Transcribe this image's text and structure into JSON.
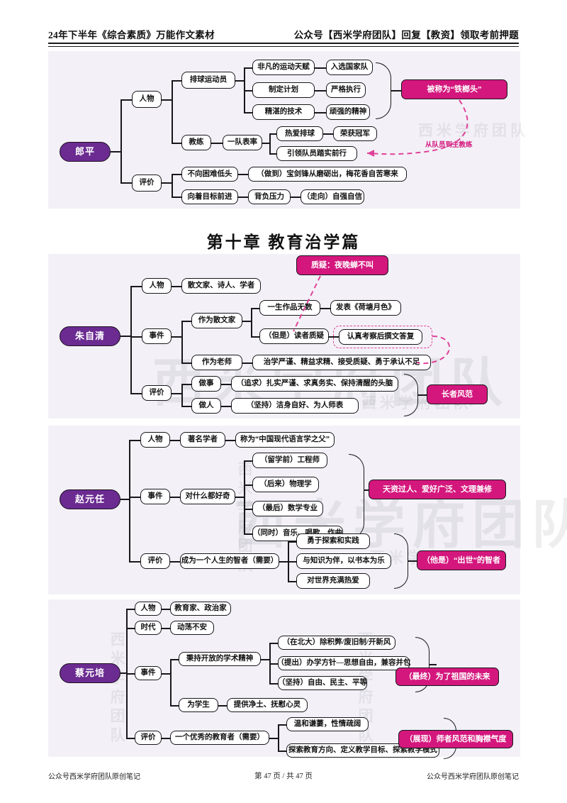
{
  "header": {
    "left": "24年下半年《综合素质》万能作文素材",
    "right": "公众号【西米学府团队】回复【教资】领取考前押题"
  },
  "chapter": {
    "title": "第十章 教育治学篇"
  },
  "watermark": {
    "text": "西米学府团队"
  },
  "sections": [
    {
      "id": "lang-ping",
      "root": "郎平",
      "branches": [
        {
          "label": "人物",
          "children": [
            {
              "label": "排球运动员",
              "children": [
                {
                  "label": "非凡的运动天赋",
                  "children": [
                    {
                      "label": "入选国家队"
                    }
                  ]
                },
                {
                  "label": "制定计划",
                  "children": [
                    {
                      "label": "严格执行"
                    }
                  ]
                },
                {
                  "label": "精湛的技术",
                  "children": [
                    {
                      "label": "顽强的精神"
                    }
                  ]
                }
              ]
            },
            {
              "label": "教练",
              "children": [
                {
                  "label": "一队表率",
                  "children": [
                    {
                      "label": "热爱排球",
                      "children": [
                        {
                          "label": "荣获冠军"
                        }
                      ]
                    },
                    {
                      "label": "引领队员踏实前行"
                    }
                  ]
                }
              ]
            }
          ]
        },
        {
          "label": "评价",
          "children": [
            {
              "label": "不向困难低头",
              "children": [
                {
                  "label": "（做到）宝剑锋从磨砺出，梅花香自苦寒来"
                }
              ]
            },
            {
              "label": "向着目标前进",
              "children": [
                {
                  "label": "背负压力",
                  "children": [
                    {
                      "label": "（走向）自强自信"
                    }
                  ]
                }
              ]
            }
          ]
        }
      ],
      "callouts": [
        {
          "text": "被称为“铁榔头”",
          "style": "pink"
        }
      ],
      "annotations": [
        {
          "text": "从队员到主教练"
        }
      ]
    },
    {
      "id": "zhu-ziqing",
      "root": "朱自清",
      "branches": [
        {
          "label": "人物",
          "children": [
            {
              "label": "散文家、诗人、学者"
            }
          ]
        },
        {
          "label": "事件",
          "children": [
            {
              "label": "作为散文家",
              "children": [
                {
                  "label": "一生作品无数",
                  "children": [
                    {
                      "label": "发表《荷塘月色》"
                    }
                  ]
                },
                {
                  "label": "（但是）读者质疑",
                  "children": [
                    {
                      "label": "认真考察后撰文答复",
                      "dashed": true
                    }
                  ]
                }
              ]
            },
            {
              "label": "作为老师",
              "children": [
                {
                  "label": "治学严谨、精益求精、接受质疑、勇于承认不足"
                }
              ]
            }
          ]
        },
        {
          "label": "评价",
          "children": [
            {
              "label": "做事",
              "children": [
                {
                  "label": "（追求）扎实严谨、求真务实、保持清醒的头脑"
                }
              ]
            },
            {
              "label": "做人",
              "children": [
                {
                  "label": "（坚持）洁身自好、为人师表"
                }
              ]
            }
          ]
        }
      ],
      "callouts": [
        {
          "text": "质疑：夜晚蝉不叫",
          "style": "pink"
        },
        {
          "text": "长者风范",
          "style": "pink"
        }
      ],
      "annotations": []
    },
    {
      "id": "zhao-yuanren",
      "root": "赵元任",
      "branches": [
        {
          "label": "人物",
          "children": [
            {
              "label": "著名学者",
              "children": [
                {
                  "label": "称为“中国现代语言学之父”"
                }
              ]
            }
          ]
        },
        {
          "label": "事件",
          "children": [
            {
              "label": "对什么都好奇",
              "children": [
                {
                  "label": "（留学前）工程师"
                },
                {
                  "label": "（后来）物理学"
                },
                {
                  "label": "（最后）数学专业"
                },
                {
                  "label": "（同时）音乐、唱歌、作曲"
                }
              ]
            }
          ]
        },
        {
          "label": "评价",
          "children": [
            {
              "label": "成为一个人生的智者（需要）",
              "children": [
                {
                  "label": "勇于探索和实践"
                },
                {
                  "label": "与知识为伴，以书本为乐"
                },
                {
                  "label": "对世界充满热爱"
                }
              ]
            }
          ]
        }
      ],
      "callouts": [
        {
          "text": "天资过人、爱好广泛、文理兼修",
          "style": "pink"
        },
        {
          "text": "（他是）“出世”的智者",
          "style": "pink"
        }
      ],
      "annotations": []
    },
    {
      "id": "cai-yuanpei",
      "root": "蔡元培",
      "branches": [
        {
          "label": "人物",
          "children": [
            {
              "label": "教育家、政治家"
            }
          ]
        },
        {
          "label": "时代",
          "children": [
            {
              "label": "动荡不安"
            }
          ]
        },
        {
          "label": "事件",
          "children": [
            {
              "label": "秉持开放的学术精神",
              "children": [
                {
                  "label": "（在北大）除积弊/废旧制/开新风"
                },
                {
                  "label": "（提出）办学方针—思想自由，兼容并包"
                },
                {
                  "label": "（坚持）自由、民主、平等"
                }
              ]
            },
            {
              "label": "为学生",
              "children": [
                {
                  "label": "提供净土、抚慰心灵"
                }
              ]
            }
          ]
        },
        {
          "label": "评价",
          "children": [
            {
              "label": "一个优秀的教育者（需要）",
              "children": [
                {
                  "label": "温和谦萋，性情疏阔"
                },
                {
                  "label": "探索教育方向、定义教学目标、探索教学模式"
                }
              ]
            }
          ]
        }
      ],
      "callouts": [
        {
          "text": "（最终）为了祖国的未来",
          "style": "pink"
        },
        {
          "text": "（展现）师者风范和胸襟气度",
          "style": "pink"
        }
      ],
      "annotations": []
    }
  ],
  "footer": {
    "left": "公众号西米学府团队原创笔记",
    "center": "第 47 页 / 共 47 页",
    "right": "公众号西米学府团队原创笔记"
  },
  "colors": {
    "root_purple": "#6b2b91",
    "callout_pink": "#d4177d",
    "arrow_pink": "#e0429a",
    "panel_bg": "#f3f1f7",
    "node_border": "#17171c"
  }
}
